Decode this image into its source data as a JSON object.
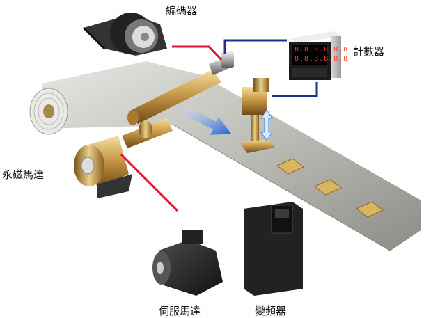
{
  "labels": {
    "encoder": "編碼器",
    "counter": "計數器",
    "pm_motor": "永磁馬達",
    "servo_motor": "伺服馬達",
    "inverter": "變頻器"
  },
  "counter_display": {
    "top": "8.8.8.8.8.8",
    "bottom": "8.8.8.8.8.8"
  },
  "colors": {
    "signal_red": "#e0142c",
    "signal_blue": "#1e2f8e",
    "belt": "#c9c9c4",
    "roller_gold": "#c8a154",
    "motion_arrow": "#2b6fd6"
  }
}
